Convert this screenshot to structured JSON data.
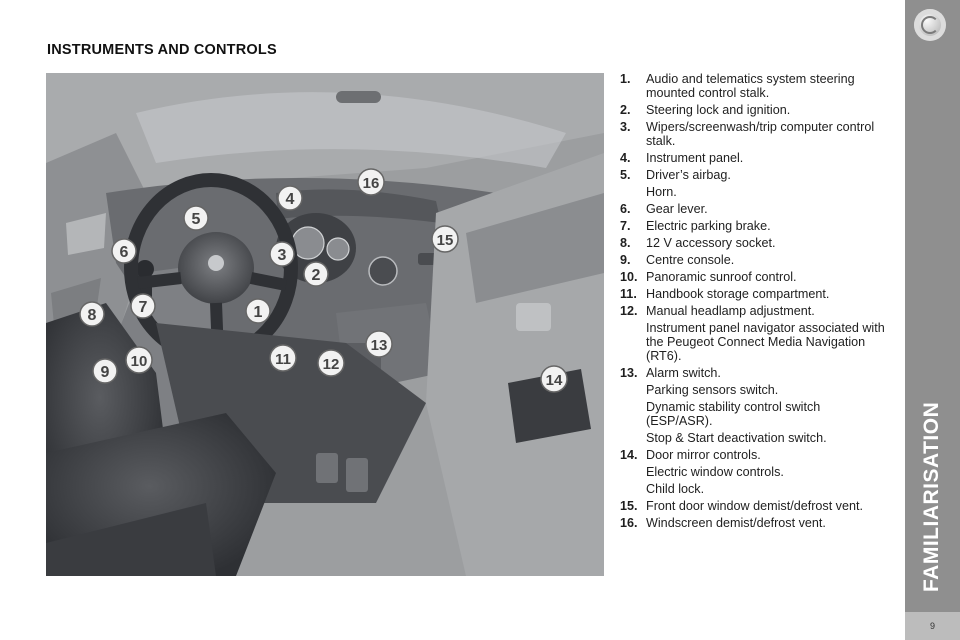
{
  "header": {
    "title": "INSTRUMENTS AND CONTROLS"
  },
  "legend": {
    "items": [
      {
        "number": "1.",
        "text": "Audio and telematics system steering mounted control stalk.",
        "sub": []
      },
      {
        "number": "2.",
        "text": "Steering lock and ignition.",
        "sub": []
      },
      {
        "number": "3.",
        "text": "Wipers/screenwash/trip computer control stalk.",
        "sub": []
      },
      {
        "number": "4.",
        "text": "Instrument panel.",
        "sub": []
      },
      {
        "number": "5.",
        "text": "Driver’s airbag.",
        "sub": [
          "Horn."
        ]
      },
      {
        "number": "6.",
        "text": "Gear lever.",
        "sub": []
      },
      {
        "number": "7.",
        "text": "Electric parking brake.",
        "sub": []
      },
      {
        "number": "8.",
        "text": "12 V accessory socket.",
        "sub": []
      },
      {
        "number": "9.",
        "text": "Centre console.",
        "sub": []
      },
      {
        "number": "10.",
        "text": "Panoramic sunroof control.",
        "sub": []
      },
      {
        "number": "11.",
        "text": "Handbook storage compartment.",
        "sub": []
      },
      {
        "number": "12.",
        "text": "Manual headlamp adjustment.",
        "sub": [
          "Instrument panel navigator associated with the Peugeot Connect Media Navigation (RT6)."
        ]
      },
      {
        "number": "13.",
        "text": "Alarm switch.",
        "sub": [
          "Parking sensors switch.",
          "Dynamic stability control switch (ESP/ASR).",
          "Stop & Start deactivation switch."
        ]
      },
      {
        "number": "14.",
        "text": "Door mirror controls.",
        "sub": [
          "Electric window controls.",
          "Child lock."
        ]
      },
      {
        "number": "15.",
        "text": "Front door window demist/defrost vent.",
        "sub": []
      },
      {
        "number": "16.",
        "text": "Windscreen demist/defrost vent.",
        "sub": []
      }
    ]
  },
  "illustration": {
    "callouts": [
      "1",
      "2",
      "3",
      "4",
      "5",
      "6",
      "7",
      "8",
      "9",
      "10",
      "11",
      "12",
      "13",
      "14",
      "15",
      "16"
    ]
  },
  "sidebar": {
    "section": "FAMILIARISATION",
    "page": "9"
  },
  "colors": {
    "sidebar": "#8f8f8f",
    "illustration_bg": "#9c9ea0",
    "callout_fill": "#f2f2f2"
  }
}
